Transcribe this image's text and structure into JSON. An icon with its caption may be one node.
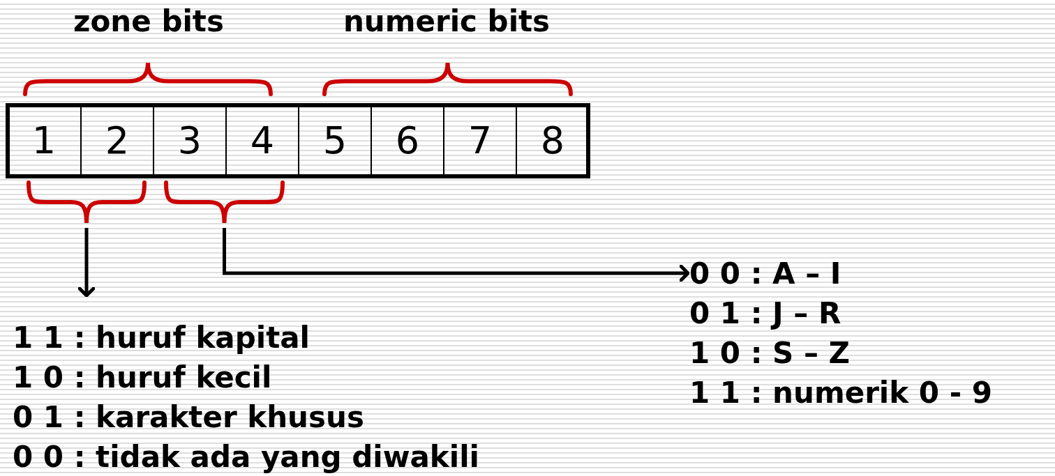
{
  "diagram": {
    "nodes": [
      {
        "text": [
          "1"
        ]
      },
      {
        "text": [
          "2"
        ]
      },
      {
        "text": [
          "3"
        ]
      },
      {
        "text": [
          "4"
        ]
      },
      {
        "text": [
          "5"
        ]
      },
      {
        "text": [
          "6"
        ]
      },
      {
        "text": [
          "7"
        ]
      },
      {
        "text": [
          "8"
        ]
      },
      {
        "text": [],
        "shape": "brace"
      },
      {
        "text": [],
        "shape": "brace"
      },
      {
        "text": [
          "1 1 : huruf kapital",
          "1 0 : huruf kecil",
          "0 1 : karakter khusus",
          "0 0 : tidak ada yang diwakili"
        ]
      },
      {
        "text": [
          "0 0 : A – I",
          "0 1 : J – R",
          "1 0 : S – Z",
          "1 1 : numerik 0 - 9"
        ]
      }
    ],
    "edges": [
      {
        "from": 8,
        "to": 10,
        "arrow": "to"
      },
      {
        "from": 9,
        "to": 11,
        "arrow": "to"
      }
    ],
    "labels": [
      "zone bits",
      "numeric bits"
    ]
  }
}
